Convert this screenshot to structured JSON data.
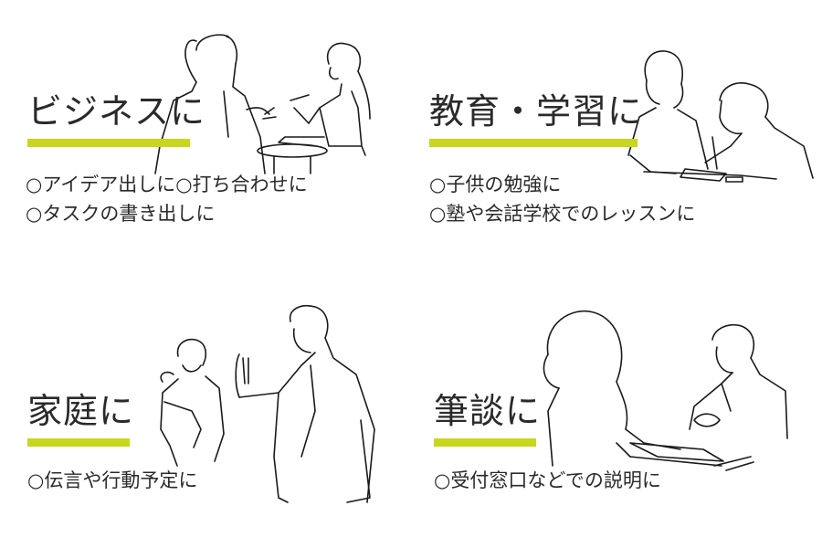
{
  "accent_color": "#c8d61e",
  "sections": {
    "business": {
      "title": "ビジネスに",
      "items": [
        "○アイデア出しに○打ち合わせに",
        "○タスクの書き出しに"
      ]
    },
    "education": {
      "title": "教育・学習に",
      "items": [
        "○子供の勉強に",
        "○塾や会話学校でのレッスンに"
      ]
    },
    "family": {
      "title": "家庭に",
      "items": [
        "○伝言や行動予定に"
      ]
    },
    "writing": {
      "title": "筆談に",
      "items": [
        "○受付窓口などでの説明に"
      ]
    }
  }
}
